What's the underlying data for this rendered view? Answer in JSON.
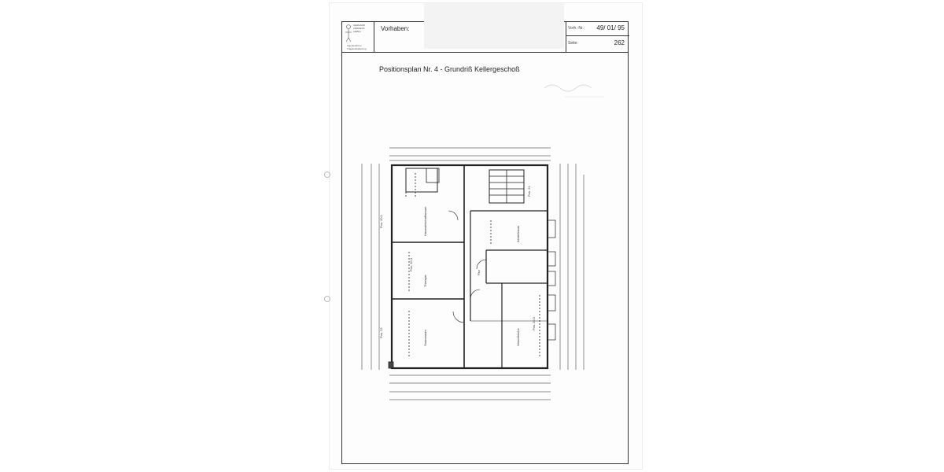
{
  "header": {
    "logo_lines": [
      "GERHARD",
      "ANDREAS",
      "LIEBIG"
    ],
    "logo_subtitle": [
      "Ingenieurbüro",
      "Tragwerksplanung"
    ],
    "project_label": "Vorhaben:",
    "vorh_nr_label": "Vorh.-Nr.:",
    "vorh_nr_value": "49/ 01/ 95",
    "page_label": "Seite:",
    "page_value": "262"
  },
  "plan": {
    "title": "Positionsplan Nr. 4 - Grundriß Kellergeschoß",
    "positions": [
      "Pos. 20.4",
      "Pos. 20.3",
      "Pos. 21",
      "Pos. 22",
      "Pos. 20.1"
    ],
    "rooms": [
      "Hauswirtschaftsraum",
      "Therapie",
      "Saunaraum",
      "Flur",
      "Abstellraum",
      "Waschküche"
    ]
  }
}
